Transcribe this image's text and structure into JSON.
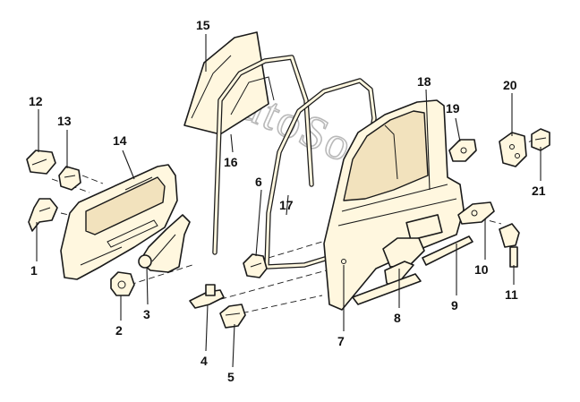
{
  "watermark": "AutoSoft",
  "callouts": [
    "1",
    "2",
    "3",
    "4",
    "5",
    "6",
    "7",
    "8",
    "9",
    "10",
    "11",
    "12",
    "13",
    "14",
    "15",
    "16",
    "17",
    "18",
    "19",
    "20",
    "21"
  ],
  "colors": {
    "line": "#1a1a1a",
    "part_fill": "#fff7df",
    "part_shade": "#f2e2bd",
    "watermark": "#b9b9b9"
  }
}
